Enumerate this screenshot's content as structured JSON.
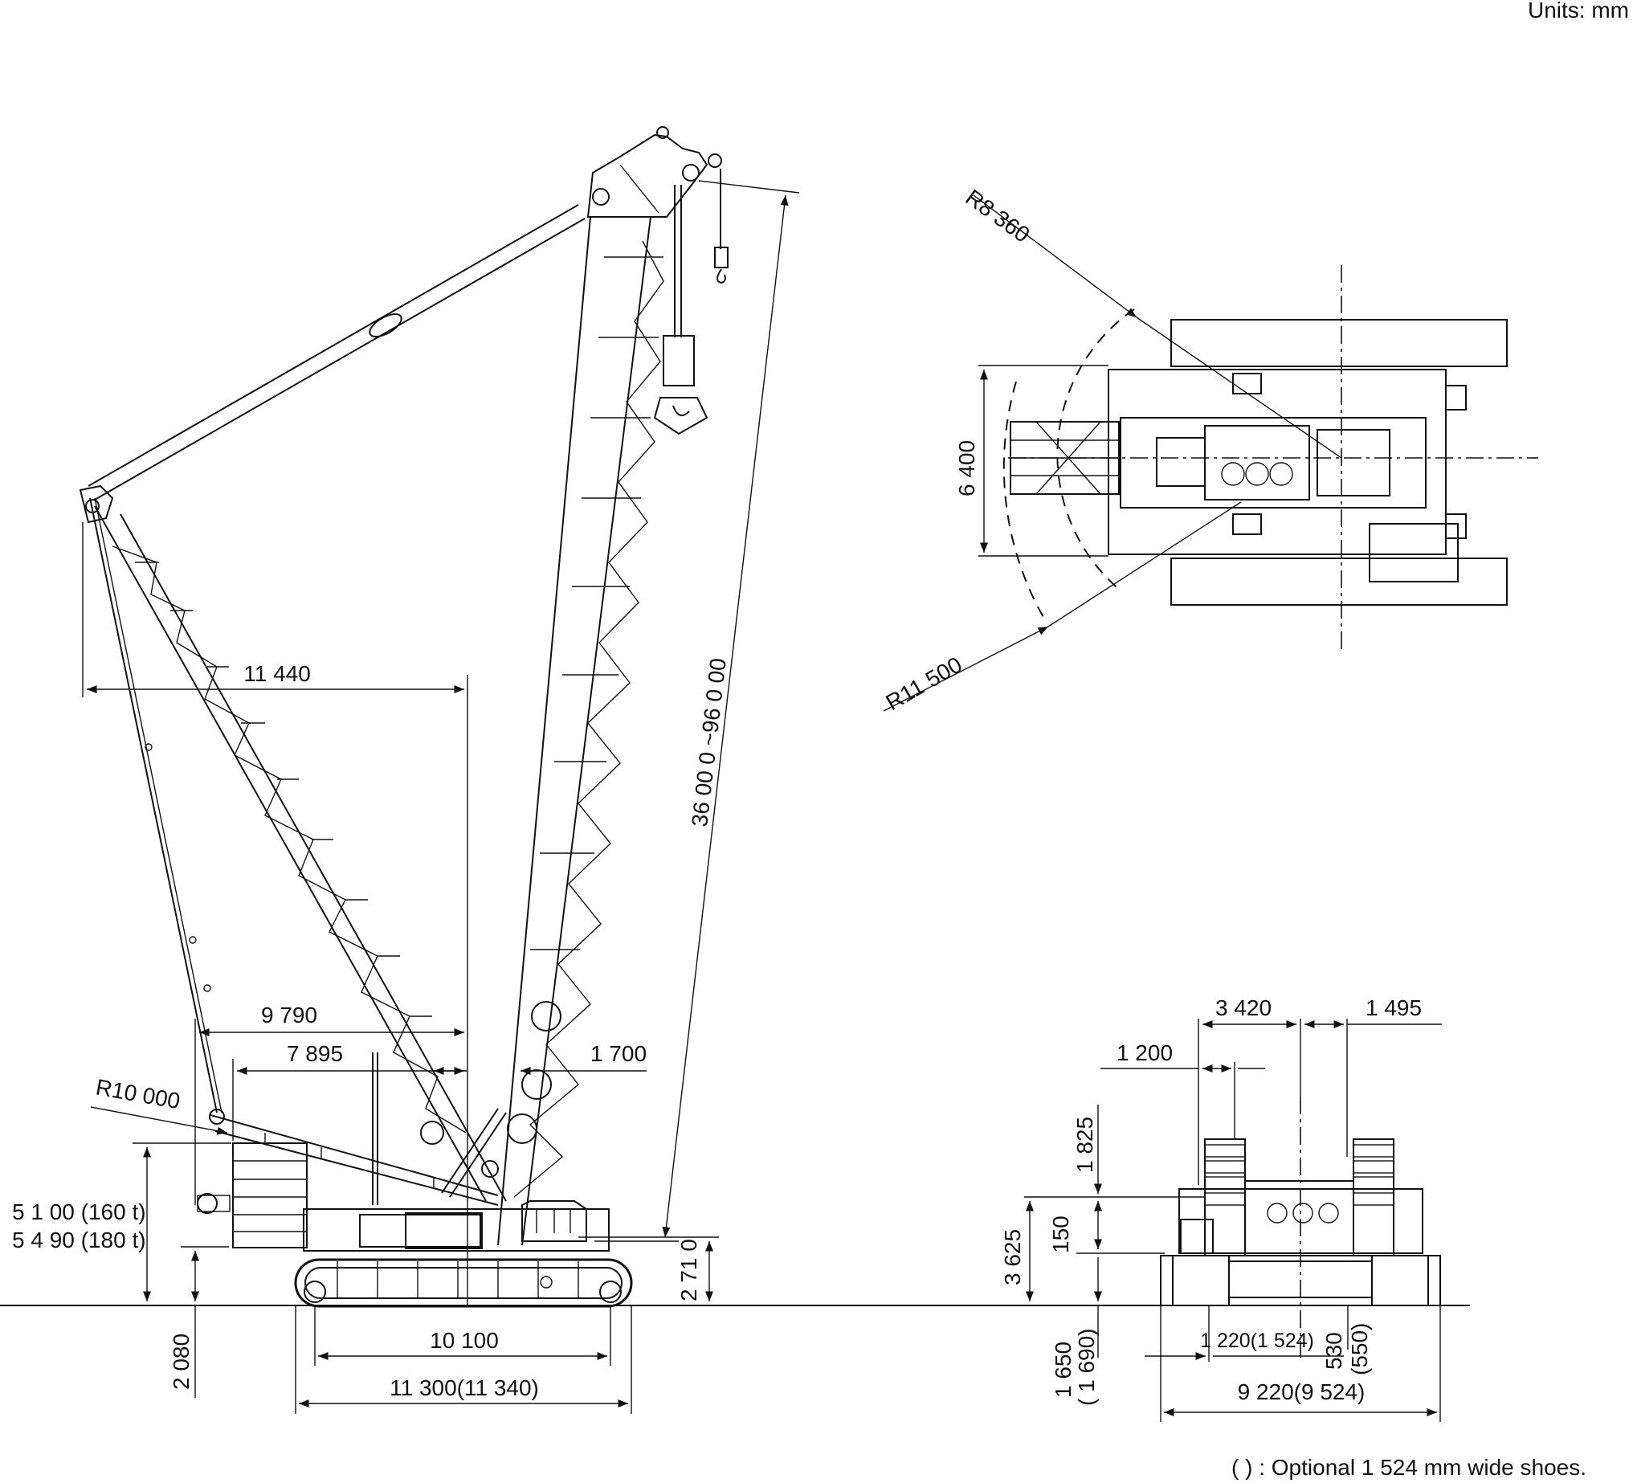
{
  "units_note": "Units: mm",
  "footnote": "( ) : Optional 1 524 mm wide shoes.",
  "side_view": {
    "dim_boom_length": "36 00 0 ~96 0 00",
    "dim_radius_top": "11 440",
    "dim_9790": "9 790",
    "dim_7895": "7 895",
    "dim_1700": "1 700",
    "dim_r10000": "R10 000",
    "dim_height_160t": "5 1 00 (160 t)",
    "dim_height_180t": "5 4 90 (180 t)",
    "dim_2080": "2 080",
    "dim_2710": "2 71 0",
    "dim_10100": "10 100",
    "dim_11300": "11 300(11 340)"
  },
  "top_view": {
    "dim_r8360": "R8 360",
    "dim_6400": "6 400",
    "dim_r11500": "R11 500"
  },
  "rear_view": {
    "dim_3420": "3 420",
    "dim_1495": "1 495",
    "dim_1200": "1 200",
    "dim_1825": "1 825",
    "dim_150": "150",
    "dim_3625": "3 625",
    "dim_1220": "1 220(1 524)",
    "dim_1650": "1 650",
    "dim_1690": "( 1 690)",
    "dim_530": "530",
    "dim_550": "(550)",
    "dim_9220": "9 220(9 524)"
  }
}
